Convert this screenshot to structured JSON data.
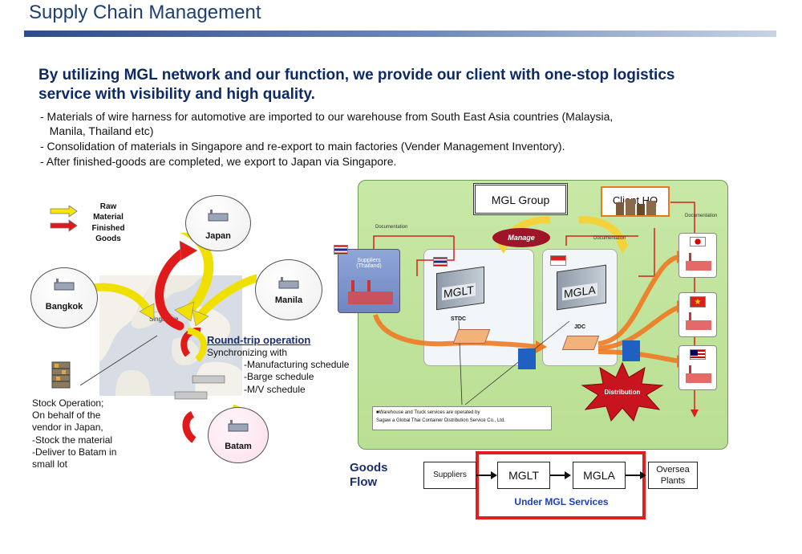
{
  "header": {
    "title": "Supply Chain Management"
  },
  "intro": {
    "headline": "By utilizing  MGL network and our function, we provide our client with one-stop logistics service with visibility and high quality.",
    "bullets": [
      "- Materials of wire harness for automotive are imported to our warehouse from South East Asia countries (Malaysia,",
      "   Manila, Thailand etc)",
      "- Consolidation of materials in Singapore and re-export to main factories (Vender Management Inventory).",
      "- After  finished-goods are completed, we export to Japan via Singapore."
    ]
  },
  "legend": {
    "raw_label": "Raw\nMaterial",
    "finished_label": "Finished\nGoods",
    "raw_color": "#f5e800",
    "finished_color": "#e01a1a"
  },
  "map": {
    "cities": {
      "japan": "Japan",
      "bangkok": "Bangkok",
      "manila": "Manila",
      "batam": "Batam",
      "singapore": "Singapore"
    },
    "round_trip": {
      "title": "Round-trip operation",
      "lines": [
        "Synchronizing with",
        "-Manufacturing schedule",
        "-Barge schedule",
        "-M/V schedule"
      ]
    },
    "stock_operation": [
      "Stock Operation;",
      "On behalf of the",
      "vendor in Japan,",
      "-Stock the material",
      "-Deliver to Batam in",
      "small lot"
    ]
  },
  "panel": {
    "mgl_group": "MGL Group",
    "client_hq": "Client HQ",
    "manage": "Manage",
    "documentation": "Documentation",
    "suppliers_thailand": "Suppliers\n(Thailand)",
    "mglt": "MGLT",
    "mgla": "MGLA",
    "stdc": "STDC",
    "jdc": "JDC",
    "distribution": "Distribution",
    "note_line1": "■Warehouse and Truck services are operated by",
    "note_line2": "Sagaw a Global Thai Container Distribution Service Co., Ltd."
  },
  "goods_flow": {
    "label": "Goods\nFlow",
    "steps": [
      "Suppliers",
      "MGLT",
      "MGLA",
      "Oversea\nPlants"
    ],
    "under_label": "Under MGL Services",
    "frame_color": "#e02020",
    "under_color": "#1a3fc0"
  },
  "colors": {
    "title_blue": "#1f3f73",
    "headline_blue": "#0d2a66",
    "panel_green": "#c3e59f",
    "arrow_orange": "#ee7a22"
  }
}
